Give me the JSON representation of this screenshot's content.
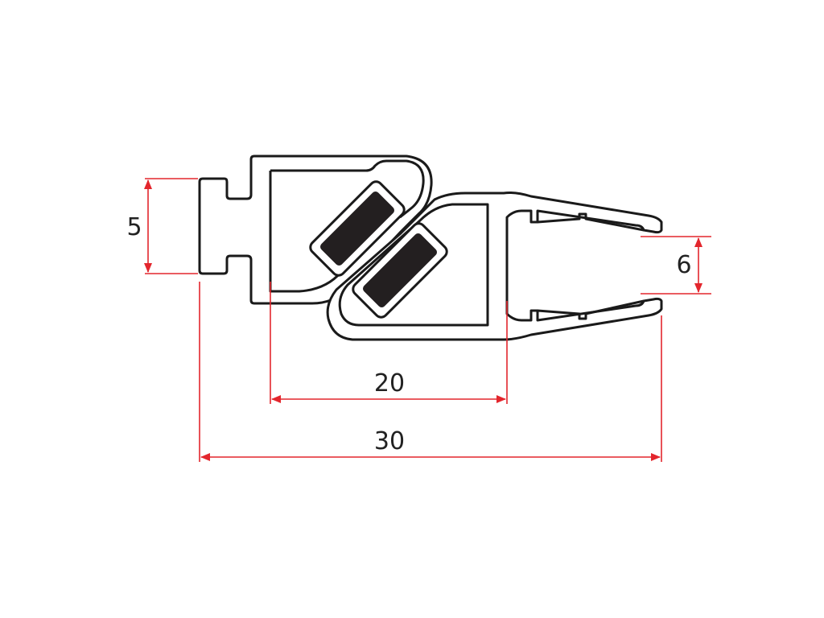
{
  "colors": {
    "dimension": "#e3262d",
    "profile_stroke": "#1a1a1a",
    "magnet": "#231f20",
    "text": "#222222"
  },
  "dimensions": {
    "left_height": "5",
    "right_gap": "6",
    "inner_width": "20",
    "overall_width": "30"
  }
}
